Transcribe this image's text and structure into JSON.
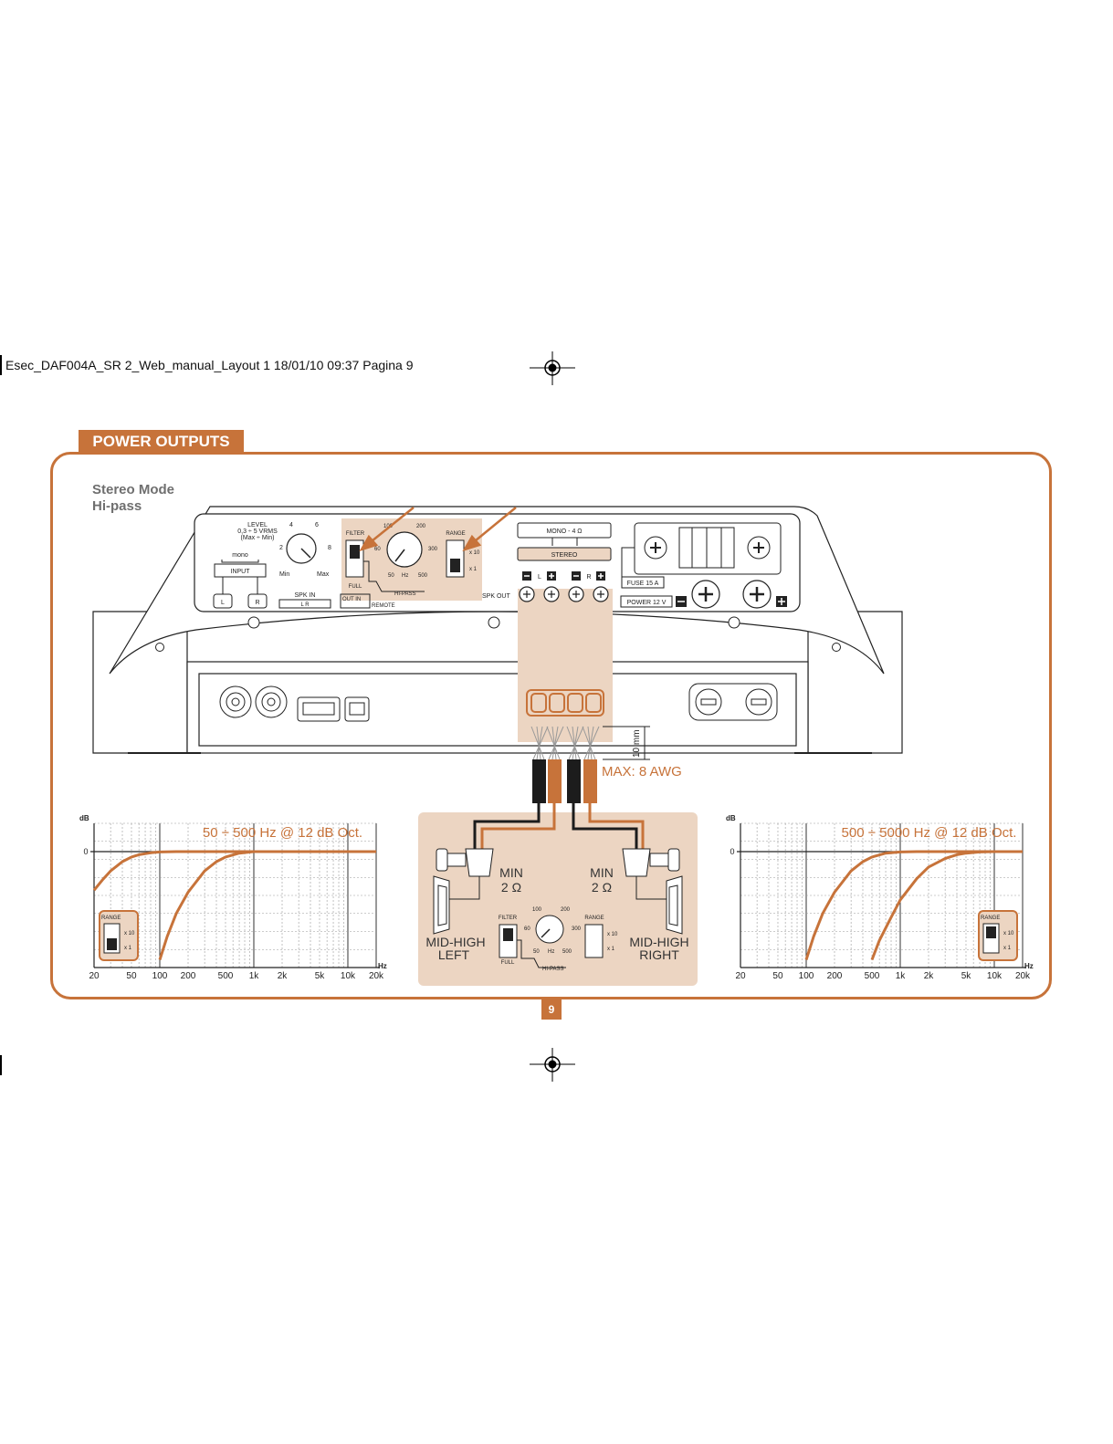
{
  "print_header": "Esec_DAF004A_SR 2_Web_manual_Layout 1  18/01/10  09:37  Pagina 9",
  "section_title": "POWER OUTPUTS",
  "mode": {
    "line1": "Stereo Mode",
    "line2": "Hi-pass"
  },
  "page_number": "9",
  "colors": {
    "accent": "#c7733a",
    "highlight": "#ecd5c2",
    "line": "#222222"
  },
  "panel": {
    "level_label": "LEVEL",
    "level_range": "0,3 ÷ 5 VRMS",
    "level_note": "(Max ÷ Min)",
    "level_scale": [
      "2",
      "4",
      "6",
      "8"
    ],
    "level_min": "Min",
    "level_max": "Max",
    "mono_label": "mono",
    "input_label": "INPUT",
    "input_l": "L",
    "input_r": "R",
    "spk_in": "SPK IN",
    "spk_in_sub": "L R",
    "out_in": "OUT  IN",
    "remote": "REMOTE",
    "filter_label": "FILTER",
    "full_label": "FULL",
    "hipass_label": "HI-PASS",
    "freq_scale": [
      "50",
      "60",
      "100",
      "200",
      "300",
      "500"
    ],
    "hz_label": "Hz",
    "range_label": "RANGE",
    "range_x10": "x 10",
    "range_x1": "x 1",
    "mono_4ohm": "MONO - 4 Ω",
    "stereo_label": "STEREO",
    "spk_out": "SPK OUT",
    "spk_out_l": "L",
    "spk_out_r": "R",
    "fuse_label": "FUSE 15 A",
    "power_label": "POWER 12 V"
  },
  "wire": {
    "length": "10 mm",
    "max_gauge": "MAX: 8 AWG"
  },
  "speakers": {
    "left_min": "MIN",
    "left_ohm": "2 Ω",
    "right_min": "MIN",
    "right_ohm": "2 Ω",
    "left_name_1": "MID-HIGH",
    "left_name_2": "LEFT",
    "right_name_1": "MID-HIGH",
    "right_name_2": "RIGHT"
  },
  "chart_data": [
    {
      "type": "line",
      "title": "50 ÷ 500 Hz @ 12 dB Oct.",
      "xlabel": "Hz",
      "ylabel": "dB",
      "x_scale": "log",
      "x_ticks": [
        "20",
        "50",
        "100",
        "200",
        "500",
        "1k",
        "2k",
        "5k",
        "10k",
        "20k"
      ],
      "y_ticks": [
        "0"
      ],
      "grid": true,
      "range_switch": "x 1",
      "series": [
        {
          "x": [
            20,
            25,
            30,
            40,
            50,
            60,
            80,
            100,
            150,
            200,
            20000
          ],
          "y": [
            -10,
            -7.1,
            -5,
            -2.6,
            -1.4,
            -0.8,
            -0.3,
            -0.1,
            0,
            0,
            0
          ]
        },
        {
          "x": [
            100,
            120,
            150,
            200,
            300,
            400,
            500,
            700,
            1000,
            20000
          ],
          "y": [
            -28,
            -22,
            -16,
            -10.5,
            -5,
            -2.6,
            -1.4,
            -0.4,
            0,
            0
          ]
        }
      ]
    },
    {
      "type": "line",
      "title": "500 ÷ 5000 Hz @ 12 dB Oct.",
      "xlabel": "Hz",
      "ylabel": "dB",
      "x_scale": "log",
      "x_ticks": [
        "20",
        "50",
        "100",
        "200",
        "500",
        "1k",
        "2k",
        "5k",
        "10k",
        "20k"
      ],
      "y_ticks": [
        "0"
      ],
      "grid": true,
      "range_switch": "x 10",
      "series": [
        {
          "x": [
            100,
            120,
            150,
            200,
            300,
            400,
            500,
            700,
            1000,
            1500,
            2000,
            20000
          ],
          "y": [
            -28,
            -22,
            -16,
            -10.5,
            -5,
            -2.6,
            -1.4,
            -0.4,
            -0.1,
            0,
            0,
            0
          ]
        },
        {
          "x": [
            500,
            600,
            800,
            1000,
            1500,
            2000,
            3000,
            4000,
            5000,
            7000,
            10000,
            20000
          ],
          "y": [
            -28,
            -23,
            -17,
            -12.5,
            -7,
            -4,
            -1.8,
            -0.8,
            -0.4,
            -0.1,
            0,
            0
          ]
        }
      ]
    }
  ]
}
